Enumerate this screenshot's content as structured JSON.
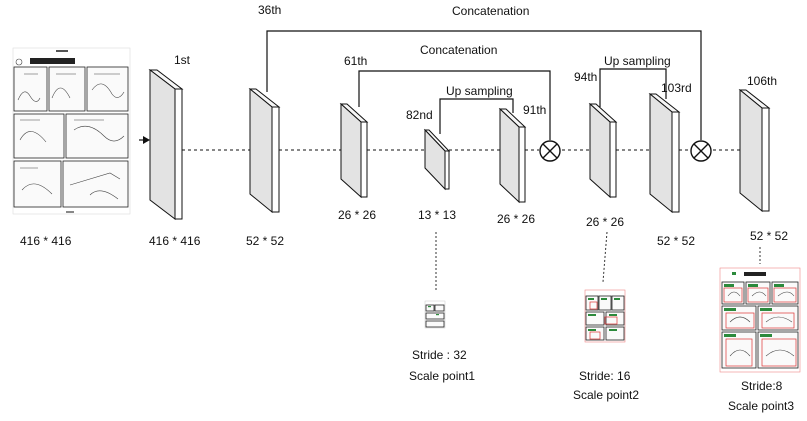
{
  "labels": {
    "concat_top": "Concatenation",
    "concat_mid": "Concatenation",
    "upsample_1": "Up sampling",
    "upsample_2": "Up sampling",
    "layer_1st": "1st",
    "layer_36th": "36th",
    "layer_61st": "61th",
    "layer_82nd": "82nd",
    "layer_91st": "91th",
    "layer_94th": "94th",
    "layer_103rd": "103rd",
    "layer_106th": "106th"
  },
  "sizes": {
    "input": "416 * 416",
    "l1": "416 * 416",
    "l36": "52 * 52",
    "l61": "26 * 26",
    "l82": "13 * 13",
    "l91": "26 * 26",
    "l94": "26 * 26",
    "l103": "52 * 52",
    "l106": "52 * 52"
  },
  "outputs": {
    "scale1": {
      "stride": "Stride : 32",
      "scale": "Scale point1"
    },
    "scale2": {
      "stride": "Stride: 16",
      "scale": "Scale point2"
    },
    "scale3": {
      "stride": "Stride:8",
      "scale": "Scale point3"
    }
  },
  "colors": {
    "block_face": "#e3e3e3",
    "line": "#111111",
    "detection_box": "#dd3333",
    "label_tag": "#2c8a3c"
  },
  "icons": [
    "concat-operator-icon",
    "arrow-icon"
  ]
}
